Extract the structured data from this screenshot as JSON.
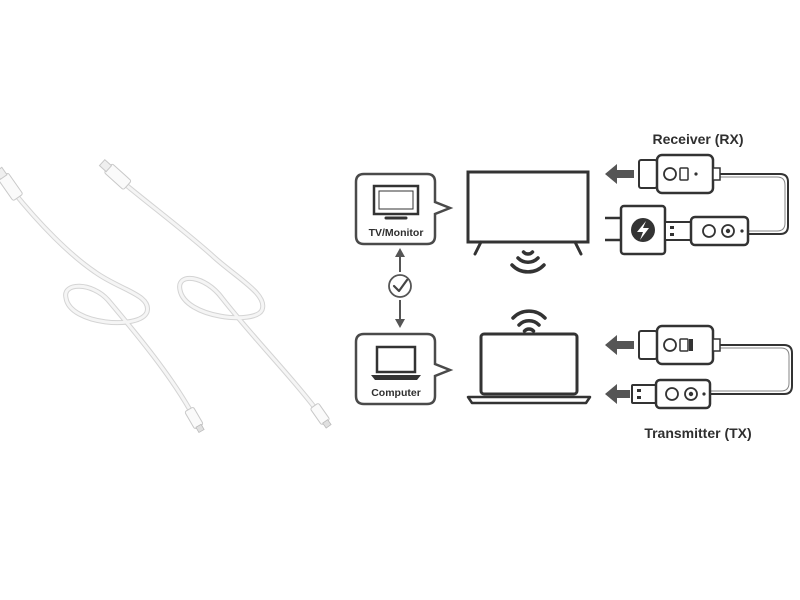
{
  "labels": {
    "receiver": "Receiver (RX)",
    "transmitter": "Transmitter (TX)",
    "tv_monitor": "TV/Monitor",
    "computer": "Computer"
  },
  "colors": {
    "stroke": "#4a4a4a",
    "arrow": "#555555",
    "cable": "#e6e6e6",
    "cable_outline": "#cfcfcf",
    "box_fill": "#ffffff"
  },
  "icons": {
    "charger": "lightning-bolt-icon",
    "check": "checkmark-icon",
    "wifi": "wifi-icon"
  }
}
